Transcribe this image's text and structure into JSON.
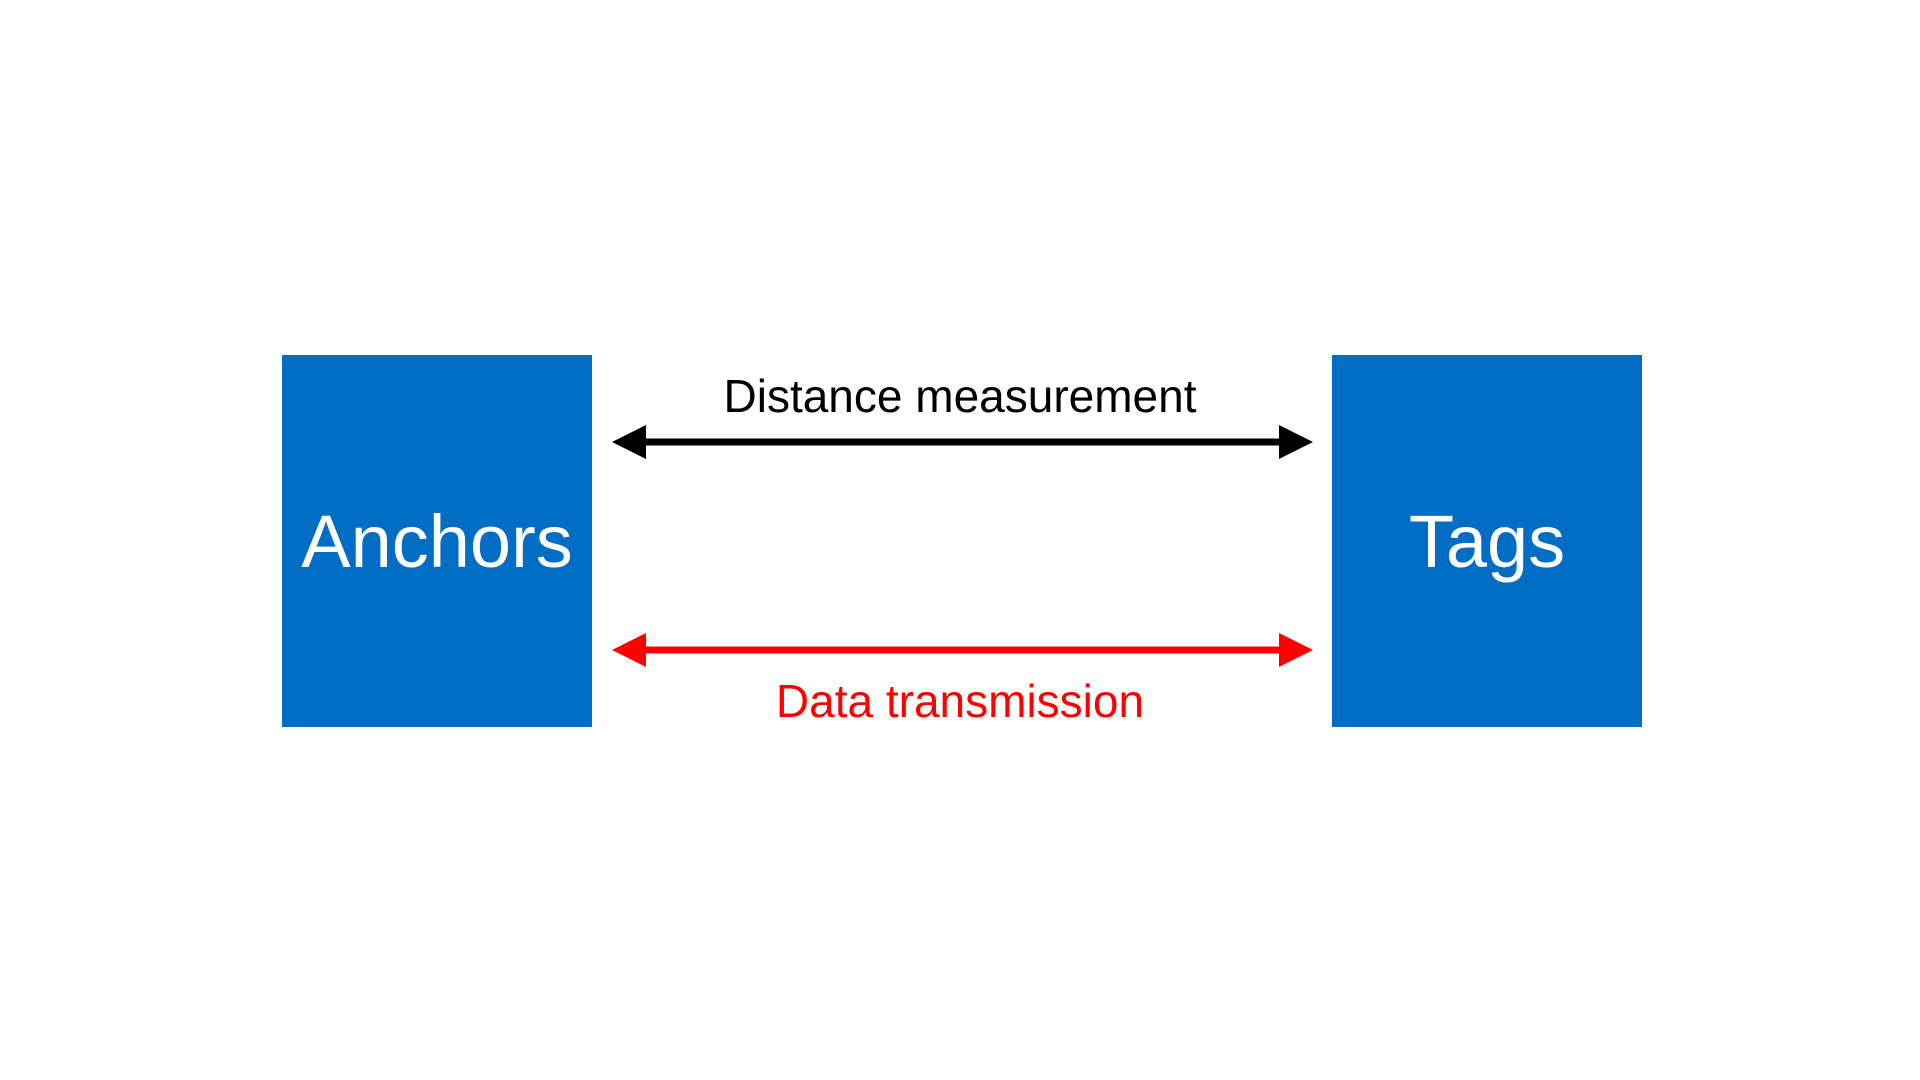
{
  "diagram": {
    "nodes": [
      {
        "id": "anchors",
        "label": "Anchors"
      },
      {
        "id": "tags",
        "label": "Tags"
      }
    ],
    "edges": [
      {
        "from": "anchors",
        "to": "tags",
        "direction": "bidirectional",
        "label": "Distance measurement",
        "color": "#000000"
      },
      {
        "from": "anchors",
        "to": "tags",
        "direction": "bidirectional",
        "label": "Data transmission",
        "color": "#ff0000"
      }
    ]
  },
  "colors": {
    "box_fill": "#016dc5",
    "box_text": "#ffffff",
    "background": "#ffffff"
  }
}
